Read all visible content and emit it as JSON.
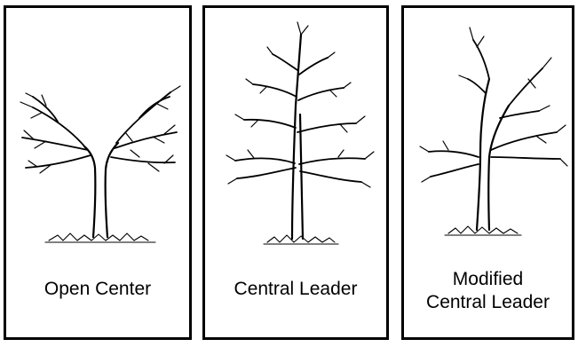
{
  "panels": [
    {
      "label": "Open Center"
    },
    {
      "label": "Central Leader"
    },
    {
      "label_line1": "Modified",
      "label_line2": "Central Leader"
    }
  ]
}
